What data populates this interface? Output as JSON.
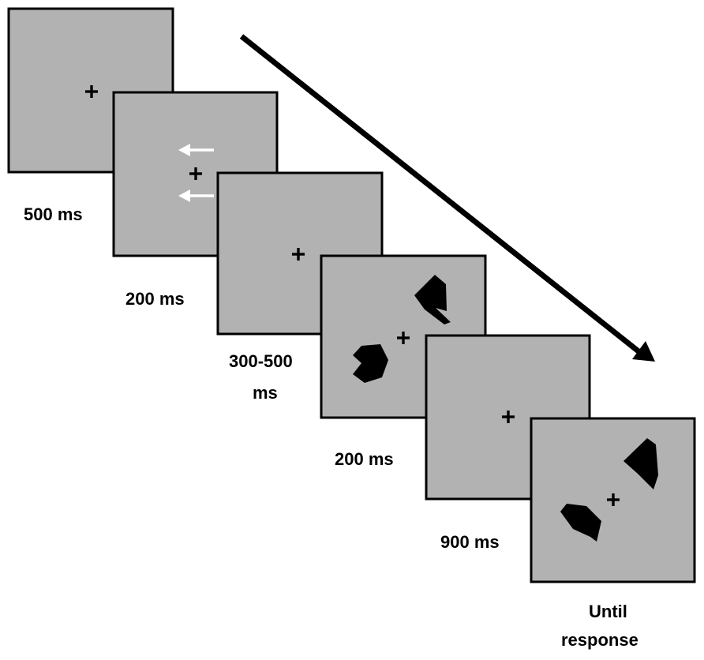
{
  "steps": [
    {
      "duration_label": "500 ms",
      "stimulus": "fixation cross"
    },
    {
      "duration_label": "200 ms",
      "stimulus": "fixation cross with two left-pointing arrow cues"
    },
    {
      "duration_label_lines": [
        "300-500",
        "ms"
      ],
      "stimulus": "fixation cross"
    },
    {
      "duration_label": "200 ms",
      "stimulus": "fixation cross with two black polygon shapes"
    },
    {
      "duration_label": "900 ms",
      "stimulus": "fixation cross"
    },
    {
      "duration_label_lines": [
        "Until",
        "response"
      ],
      "stimulus": "fixation cross with two black polygon shapes"
    }
  ],
  "colors": {
    "frame_fill": "#b2b2b2",
    "frame_border": "#000000",
    "cue_arrow": "#ffffff",
    "shape": "#000000",
    "time_arrow": "#000000"
  },
  "icons": [
    "fixation-cross",
    "left-arrow",
    "time-arrow"
  ]
}
